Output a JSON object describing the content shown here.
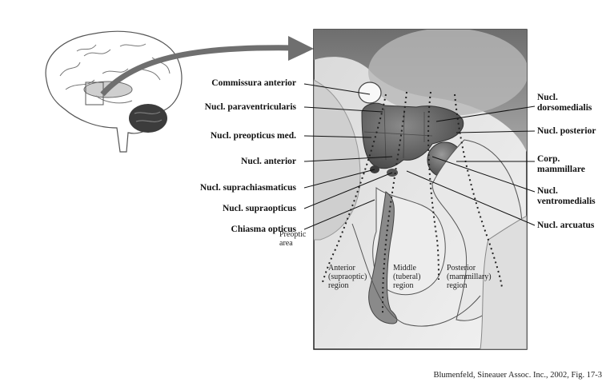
{
  "labels_left": [
    {
      "key": "commissura",
      "text": "Commissura anterior"
    },
    {
      "key": "paraventricularis",
      "text": "Nucl. paraventricularis"
    },
    {
      "key": "preopticus",
      "text": "Nucl. preopticus med."
    },
    {
      "key": "anterior",
      "text": "Nucl. anterior"
    },
    {
      "key": "suprachiasmaticus",
      "text": "Nucl. suprachiasmaticus"
    },
    {
      "key": "supraopticus",
      "text": "Nucl. supraopticus"
    },
    {
      "key": "chiasma",
      "text": "Chiasma opticus"
    }
  ],
  "labels_right": [
    {
      "key": "dorsomedialis",
      "lines": [
        "Nucl.",
        "dorsomedialis"
      ]
    },
    {
      "key": "posterior",
      "lines": [
        "Nucl. posterior"
      ]
    },
    {
      "key": "mammillare",
      "lines": [
        "Corp.",
        "mammillare"
      ]
    },
    {
      "key": "ventromedialis",
      "lines": [
        "Nucl.",
        "ventromedialis"
      ]
    },
    {
      "key": "arcuatus",
      "lines": [
        "Nucl. arcuatus"
      ]
    }
  ],
  "regions": {
    "preoptic": [
      "Preoptic",
      "area"
    ],
    "anterior": [
      "Anterior",
      "(supraoptic)",
      "region"
    ],
    "middle": [
      "Middle",
      "(tuberal)",
      "region"
    ],
    "posterior": [
      "Posterior",
      "(mammillary)",
      "region"
    ]
  },
  "credit": "Blumenfeld, Sineauer Assoc. Inc., 2002, Fig. 17-3"
}
